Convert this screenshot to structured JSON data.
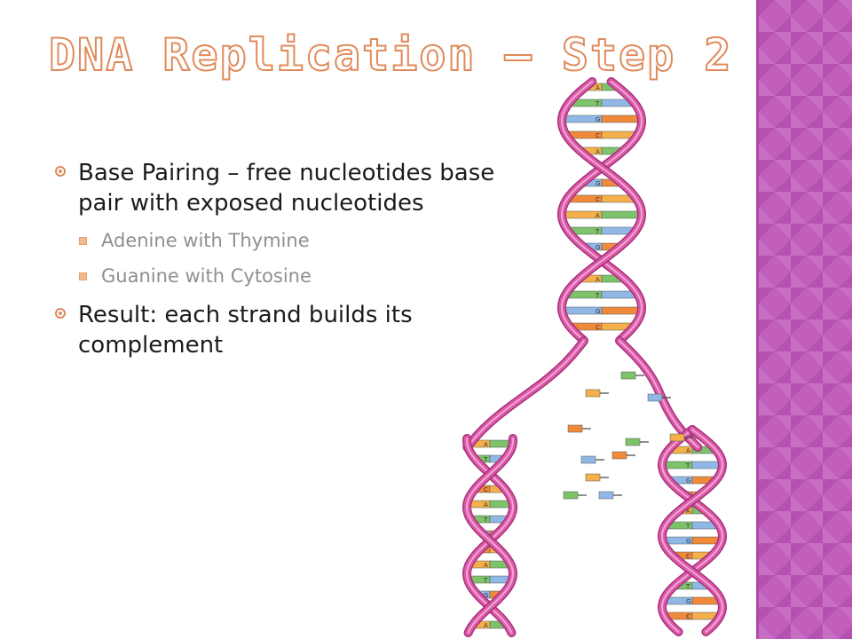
{
  "slide": {
    "title": "DNA Replication – Step 2",
    "bullets": [
      {
        "text": "Base Pairing – free nucleotides base pair with exposed nucleotides",
        "sub": [
          "Adenine with Thymine",
          "Guanine with Cytosine"
        ]
      },
      {
        "text": "Result:  each strand builds its complement",
        "sub": []
      }
    ]
  },
  "colors": {
    "accent": "#e08a5a",
    "band": "#c25fbd",
    "strand": "#d95aa8",
    "text": "#1b1b1b",
    "subtext": "#8f8f8f"
  },
  "illustration": {
    "base_letters": [
      "A",
      "T",
      "G",
      "C"
    ]
  }
}
